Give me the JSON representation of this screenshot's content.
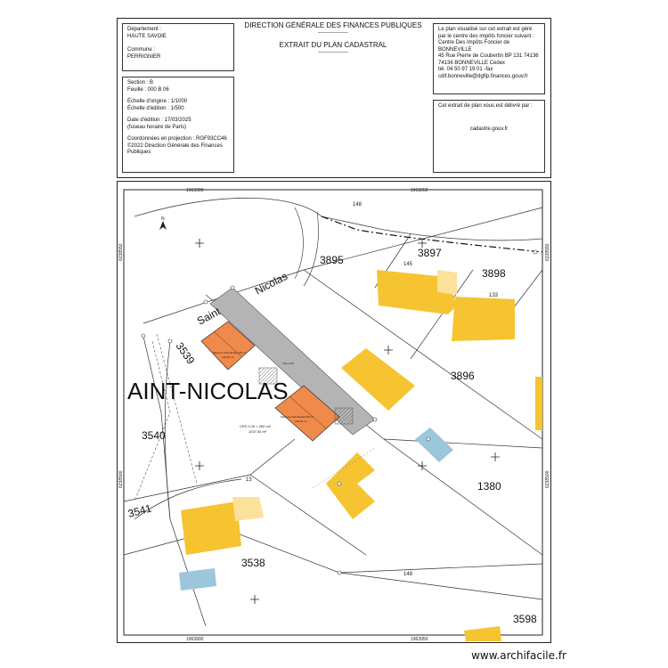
{
  "header": {
    "left_top": {
      "department_label": "Département :",
      "department": "HAUTE SAVOIE",
      "commune_label": "Commune :",
      "commune": "PERRIGNIER"
    },
    "center": {
      "org": "DIRECTION GÉNÉRALE DES FINANCES PUBLIQUES",
      "dashes1": "-----------------",
      "doc_title": "EXTRAIT DU PLAN CADASTRAL",
      "dashes2": "-----------------"
    },
    "right_top": {
      "text": "Le plan visualisé sur cet extrait est géré\npar le centre des impôts foncier suivant :\nCentre Des Impôts Foncier de\nBONNEVILLE\n45 Rue Pierre de Coubertin BP 131 74136\n74136 BONNEVILLE Cedex\ntél. 04 50 97 19 01 -fax\ncdif.bonneville@dgfip.finances.gouv.fr"
    },
    "left_bottom": {
      "section": "Section : B",
      "sheet": "Feuille : 000 B 06",
      "scale_origin": "Échelle d'origine : 1/1000",
      "scale_edition": "Échelle d'édition : 1/500",
      "date": "Date d'édition : 17/03/2025",
      "timezone": "(fuseau horaire de Paris)",
      "coords": "Coordonnées en projection : RGF93CC46",
      "copyright": "©2022 Direction Générale des Finances\nPubliques"
    },
    "right_bottom": {
      "delivered": "Cet extrait de plan vous est délivré par :",
      "site": "cadastre.gouv.fr"
    }
  },
  "map": {
    "coord_top_left": "1963900",
    "coord_top_right": "1963950",
    "coord_bottom_left": "1963900",
    "coord_bottom_right": "1963950",
    "coord_left_upper": "6238550",
    "coord_left_lower": "6238500",
    "coord_right_upper": "6238550",
    "coord_right_lower": "6238500",
    "parcels": [
      "3895",
      "3897",
      "3898",
      "3896",
      "3539",
      "3540",
      "3541",
      "1380",
      "3538",
      "3598"
    ],
    "small_numbers": [
      "148",
      "145",
      "133",
      "148",
      "13"
    ],
    "street_upper": "Saint Nicolas",
    "street_word1": "Saint",
    "street_word2": "Nicolas",
    "lieu_dit": "AINT-NICOLAS",
    "house1_label": "Maisons individuelles 85 m²",
    "house1_area": "128.00 m²",
    "house2_label": "Maisons individuelles 86 m²",
    "house2_area": "128.00 m²",
    "voie_label": "Voie LoTe",
    "ces_label": "CES 0.25 = 260 m2",
    "ces_area": "1037.55 m²",
    "colors": {
      "building": "#f5c430",
      "building_light": "#fbe19a",
      "blue": "#9cc6dc",
      "house": "#f08a4b",
      "road": "#b4b4b4"
    }
  },
  "footer": {
    "site": "www.archifacile.fr"
  }
}
